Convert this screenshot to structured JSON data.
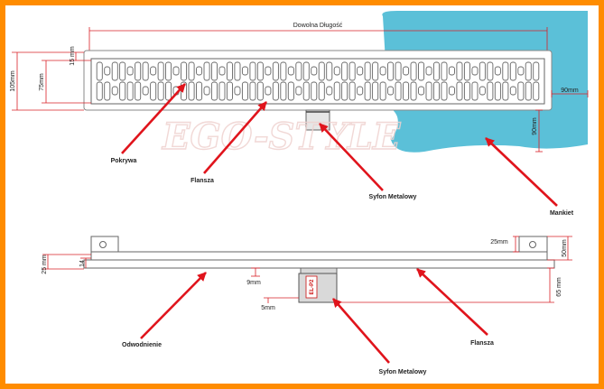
{
  "colors": {
    "frame": "#ff8c00",
    "membrane": "#5bc0d8",
    "arrow": "#e0141c",
    "dimension_line": "#d92027",
    "stamp": "#cc1111"
  },
  "watermark": "EGO-STYLE",
  "top_view": {
    "length_label": "Dowolna Długość",
    "dimensions": {
      "total_width": "105mm",
      "grate_width": "75mm",
      "flange": "15 mm",
      "membrane_side": "90mm",
      "membrane_bottom": "90mm"
    },
    "callouts": {
      "cover": "Pokrywa",
      "flange": "Flansza",
      "siphon": "Syfon Metalowy",
      "membrane": "Mankiet"
    }
  },
  "side_view": {
    "dimensions": {
      "left_height": "25 mm",
      "left_inner": "14",
      "right_bracket": "25mm",
      "right_height": "50mm",
      "siphon_top": "9mm",
      "siphon_gap": "5mm",
      "total_depth": "65 mm"
    },
    "stamp": "EL-P2",
    "callouts": {
      "drain": "Odwodnienie",
      "flange": "Flansza",
      "siphon": "Syfon Metalowy"
    }
  }
}
